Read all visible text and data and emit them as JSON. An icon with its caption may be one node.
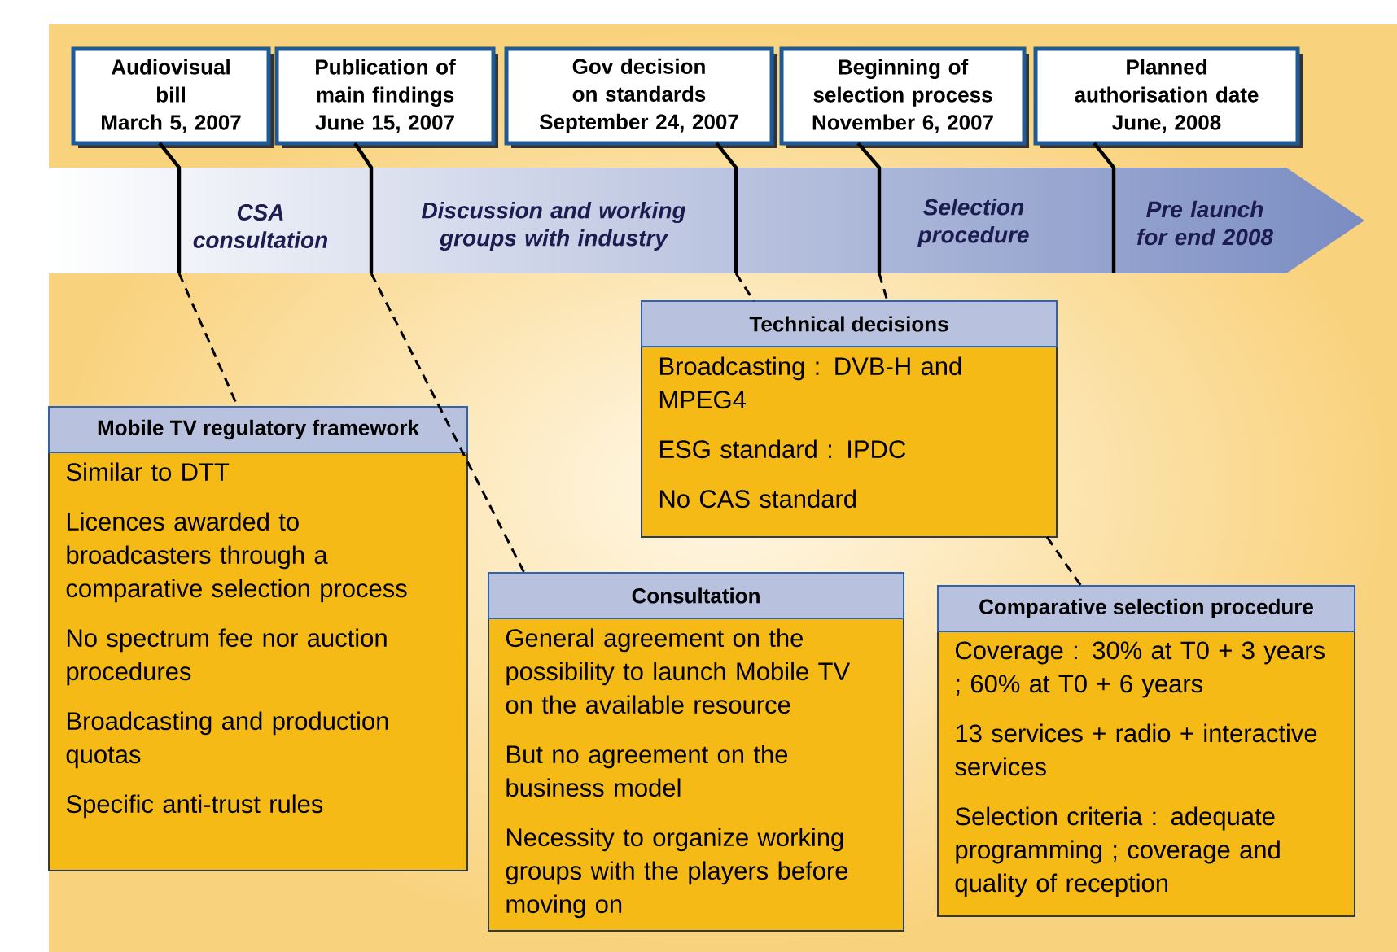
{
  "diagram": {
    "nodes": [
      {
        "text": [
          "Audiovisual bill",
          "March 5, 2007"
        ]
      },
      {
        "text": [
          "Publication of main findings",
          "June 15, 2007"
        ]
      },
      {
        "text": [
          "Gov decision on standards",
          "September 24, 2007"
        ]
      },
      {
        "text": [
          "Beginning of selection process",
          "November 6, 2007"
        ]
      },
      {
        "text": [
          "Planned authorisation date",
          "June, 2008"
        ]
      },
      {
        "text": [
          "CSA consultation",
          "Discussion and working groups with industry",
          "Selection procedure",
          "Pre launch for end 2008"
        ]
      },
      {
        "text": [
          "Technical decisions",
          "Broadcasting : DVB-H and MPEG4",
          "ESG standard : IPDC",
          "No CAS standard"
        ]
      },
      {
        "text": [
          "Mobile TV regulatory framework",
          "Similar to DTT",
          "Licences awarded to broadcasters through a comparative selection process",
          "No spectrum fee nor auction procedures",
          "Broadcasting and production quotas",
          "Specific anti-trust rules"
        ]
      },
      {
        "text": [
          "Consultation",
          "General agreement on the possibility to launch Mobile TV on the available resource",
          "But no agreement on the business model",
          "Necessity to organize working groups with the players before moving on"
        ]
      },
      {
        "text": [
          "Comparative selection procedure",
          "Coverage : 30% at T0 + 3 years ; 60% at T0 + 6 years",
          "13 services + radio + interactive services",
          "Selection criteria : adequate programming ; coverage and quality of reception"
        ]
      }
    ],
    "edges": [
      {
        "from": 0,
        "to": 5,
        "arrow": "none"
      },
      {
        "from": 1,
        "to": 5,
        "arrow": "none"
      },
      {
        "from": 2,
        "to": 5,
        "arrow": "none"
      },
      {
        "from": 3,
        "to": 5,
        "arrow": "none"
      },
      {
        "from": 4,
        "to": 5,
        "arrow": "none"
      },
      {
        "from": 5,
        "to": 7,
        "arrow": "none",
        "style": "dashed"
      },
      {
        "from": 5,
        "to": 8,
        "arrow": "none",
        "style": "dashed"
      },
      {
        "from": 5,
        "to": 6,
        "arrow": "none",
        "style": "dashed"
      },
      {
        "from": 5,
        "to": 6,
        "arrow": "none",
        "style": "dashed"
      },
      {
        "from": 6,
        "to": 9,
        "arrow": "none",
        "style": "dashed"
      }
    ]
  }
}
